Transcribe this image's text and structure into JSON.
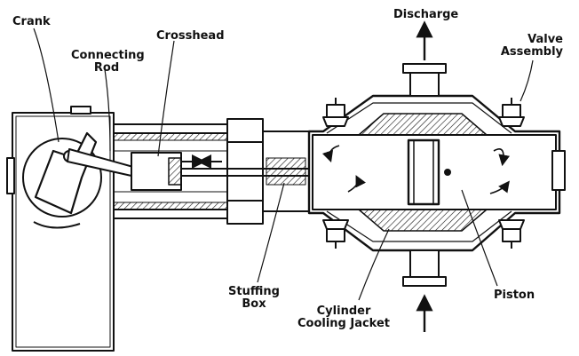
{
  "labels": {
    "crank": "Crank",
    "connecting_rod_line1": "Connecting",
    "connecting_rod_line2": "Rod",
    "crosshead": "Crosshead",
    "discharge": "Discharge",
    "valve_assembly_line1": "Valve",
    "valve_assembly_line2": "Assembly",
    "stuffing_box_line1": "Stuffing",
    "stuffing_box_line2": "Box",
    "cylinder_cooling_jacket_line1": "Cylinder",
    "cylinder_cooling_jacket_line2": "Cooling Jacket",
    "piston": "Piston"
  },
  "colors": {
    "ink": "#111111",
    "paper": "#ffffff"
  }
}
